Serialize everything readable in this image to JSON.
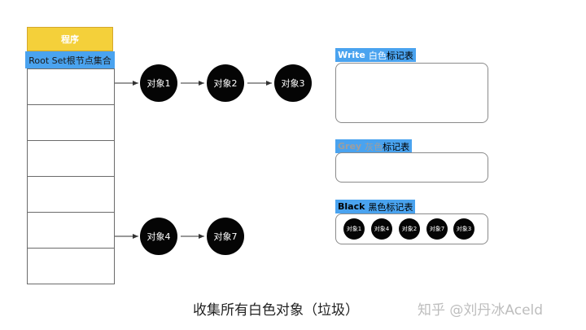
{
  "program_header": "程序",
  "root_set_label": "Root Set根节点集合",
  "root_set_rows": 6,
  "nodes": {
    "obj1": "对象1",
    "obj2": "对象2",
    "obj3": "对象3",
    "obj4": "对象4",
    "obj7": "对象7"
  },
  "write_table": {
    "label_en": "Write",
    "label_color": "白色",
    "label_rest": "标记表"
  },
  "grey_table": {
    "label_en": "Grey",
    "label_color": "灰色",
    "label_rest": "标记表"
  },
  "black_table": {
    "label_en": "Black",
    "label_color": "黑色",
    "label_rest": "标记表",
    "items": [
      "对象1",
      "对象4",
      "对象2",
      "对象7",
      "对象3"
    ]
  },
  "colors": {
    "program": "#f4d03a",
    "label_bg": "#4aa3ef",
    "write_text": "#ffffff",
    "grey_text": "#9e9e9e",
    "black_text": "#000000",
    "node": "#050505"
  },
  "caption": "收集所有白色对象（垃圾）",
  "watermark": "知乎 @刘丹冰Aceld"
}
